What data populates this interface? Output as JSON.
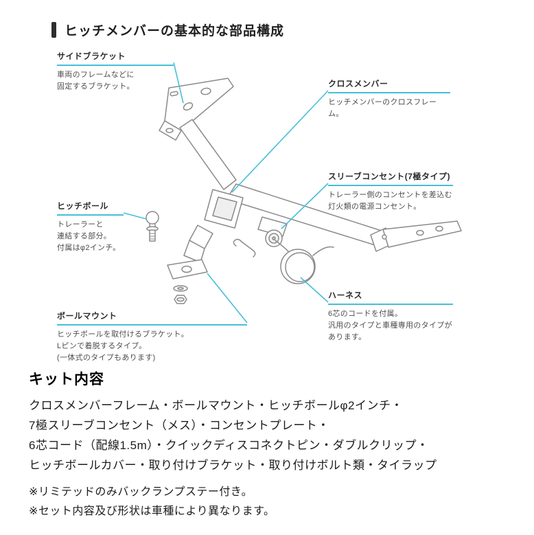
{
  "title": "ヒッチメンバーの基本的な部品構成",
  "callouts": [
    {
      "label": "サイドブラケット",
      "desc": "車両のフレームなどに\n固定するブラケット。"
    },
    {
      "label": "クロスメンバー",
      "desc": "ヒッチメンバーのクロスフレーム。"
    },
    {
      "label": "スリーブコンセント(7極タイプ)",
      "desc": "トレーラー側のコンセントを差込む\n灯火類の電源コンセント。"
    },
    {
      "label": "ヒッチボール",
      "desc": "トレーラーと\n連結する部分。\n付属はφ2インチ。"
    },
    {
      "label": "ハーネス",
      "desc": "6芯のコードを付属。\n汎用のタイプと車種専用のタイプが\nあります。"
    },
    {
      "label": "ボールマウント",
      "desc": "ヒッチボールを取付けるブラケット。\nLピンで着脱するタイプ。\n(一体式のタイプもあります)"
    }
  ],
  "kit": {
    "heading": "キット内容",
    "lines": [
      "クロスメンバーフレーム・ボールマウント・ヒッチボールφ2インチ・",
      "7極スリーブコンセント（メス）・コンセントプレート・",
      "6芯コード（配線1.5m）・クイックディスコネクトピン・ダブルクリップ・",
      "ヒッチボールカバー・取り付けブラケット・取り付けボルト類・タイラップ"
    ]
  },
  "notes": [
    "※リミテッドのみバックランプステー付き。",
    "※セット内容及び形状は車種により異なります。"
  ],
  "colors": {
    "accent": "#46bed9",
    "title_bar": "#2e2e2e",
    "line_art": "#8a8a8a"
  }
}
